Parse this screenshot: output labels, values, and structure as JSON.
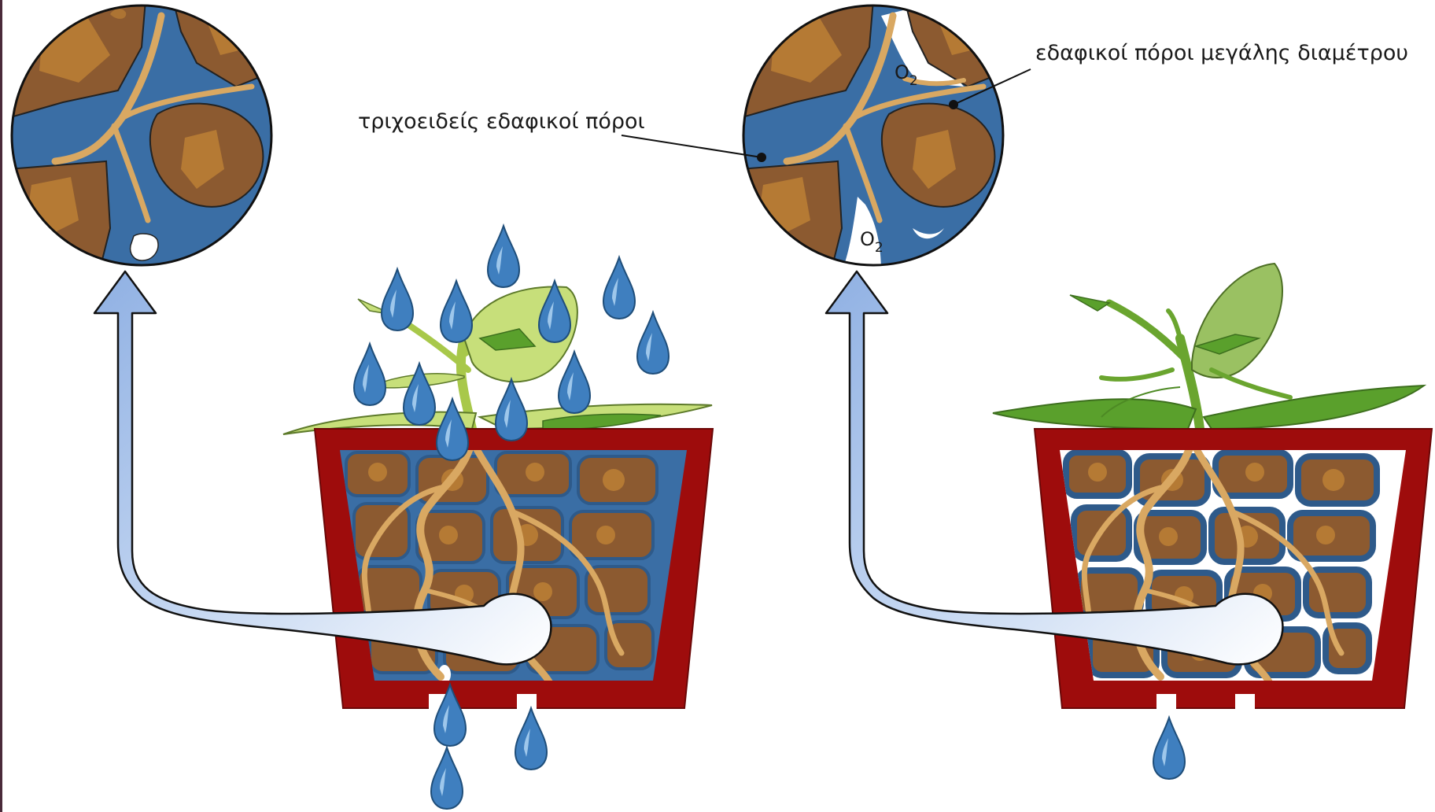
{
  "labels": {
    "capillary_pores": "τριχοειδείς εδαφικοί πόροι",
    "macro_pores": "εδαφικοί πόροι μεγάλης διαμέτρου",
    "oxygen_symbol": "O",
    "oxygen_subscript": "2"
  },
  "colors": {
    "water": "#3a6ea5",
    "soil_dark": "#8c5a30",
    "soil_light": "#b57a34",
    "root": "#d9a862",
    "pot": "#9e0c0c",
    "drop": "#3f7fbf",
    "arrow_fill": "#9dbbe6",
    "leaf_pale": "#c7df7a",
    "leaf_green": "#5aa02c",
    "left_edge": "#4a2a3a"
  },
  "icons": {
    "drop": "water-drop-icon",
    "arrow": "magnify-arrow-icon"
  }
}
